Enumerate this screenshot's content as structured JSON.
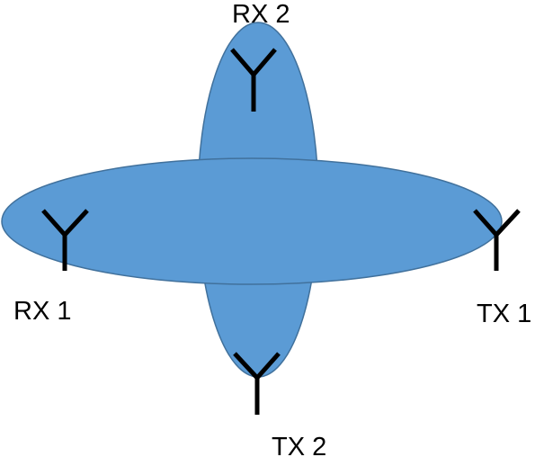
{
  "colors": {
    "ellipse_fill": "#5B9BD5",
    "ellipse_stroke": "#41719C",
    "antenna": "#000000",
    "background": "#FFFFFF"
  },
  "antennas": [
    {
      "label": "RX 2",
      "icon": "antenna-icon"
    },
    {
      "label": "RX 1",
      "icon": "antenna-icon"
    },
    {
      "label": "TX 1",
      "icon": "antenna-icon"
    },
    {
      "label": "TX 2",
      "icon": "antenna-icon"
    }
  ]
}
